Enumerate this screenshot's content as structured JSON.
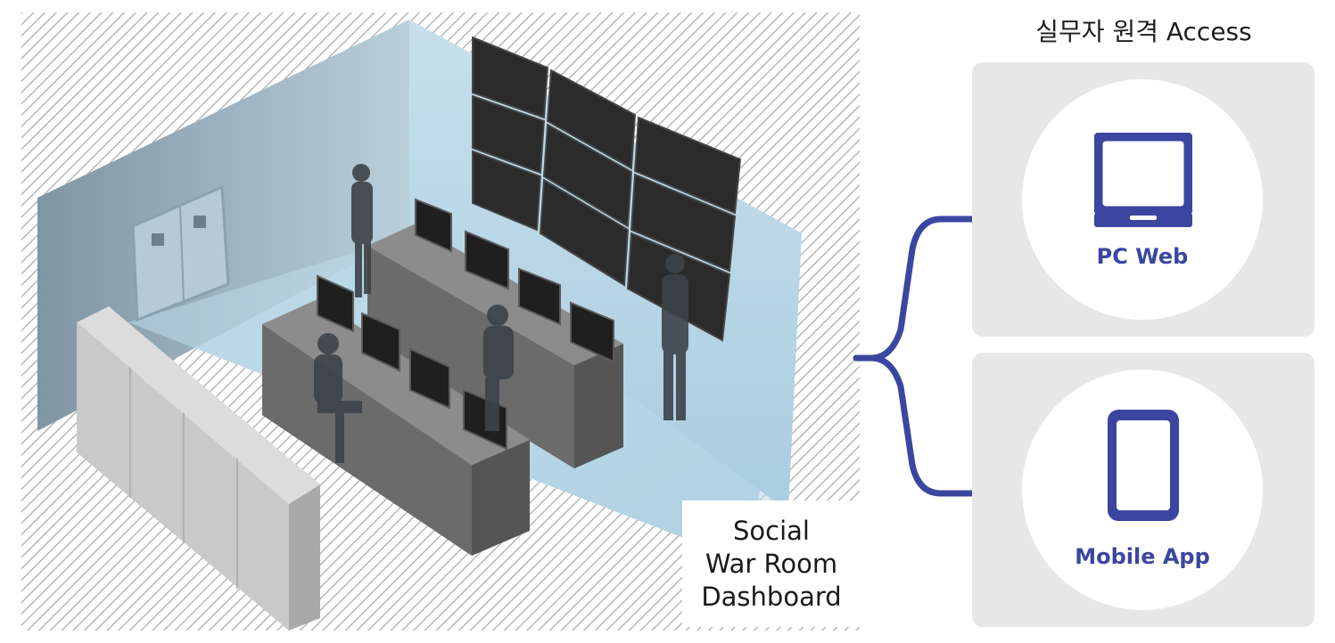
{
  "scene": {
    "label_lines": [
      "Social",
      "War Room",
      "Dashboard"
    ]
  },
  "access": {
    "title": "실무자 원격 Access",
    "accent_color": "#3a46a0",
    "options": [
      {
        "label": "PC Web",
        "icon": "laptop-icon"
      },
      {
        "label": "Mobile App",
        "icon": "tablet-icon"
      }
    ]
  }
}
